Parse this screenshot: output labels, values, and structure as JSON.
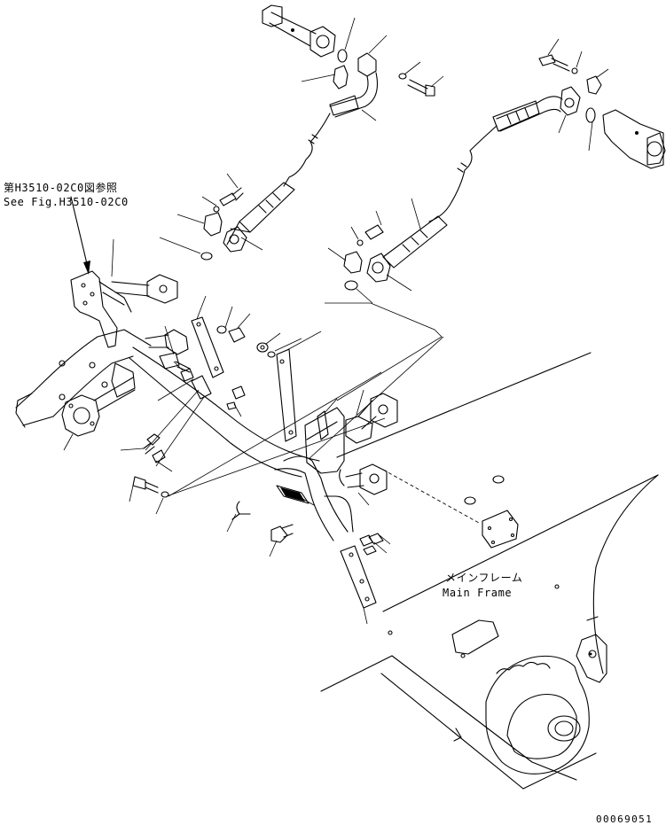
{
  "reference_note": {
    "line_jp": "第H3510-02C0図参照",
    "line_en": "See Fig.H3510-02C0"
  },
  "main_frame": {
    "label_jp": "メインフレーム",
    "label_en": "Main Frame"
  },
  "drawing_number": "00069051"
}
